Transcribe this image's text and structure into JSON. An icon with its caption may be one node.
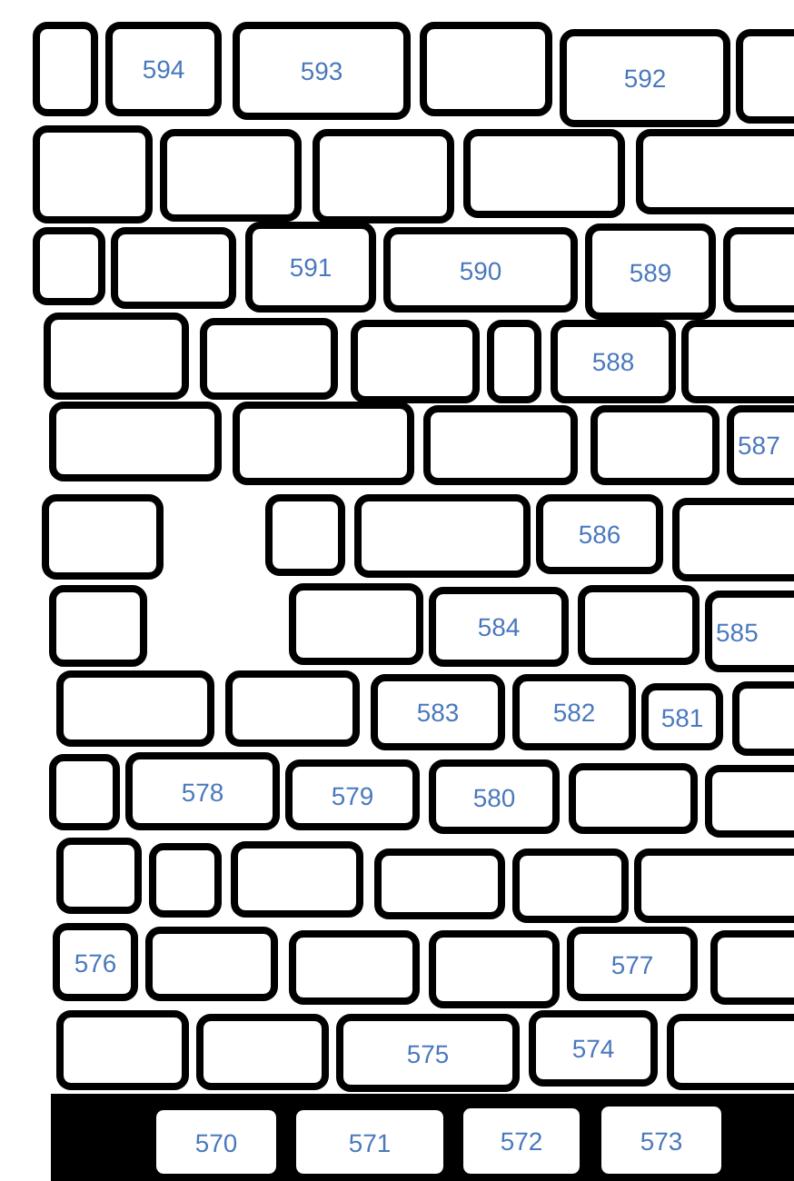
{
  "diagram": {
    "nodes": [
      {
        "text": [],
        "shape": "box"
      },
      {
        "text": [
          "594"
        ]
      },
      {
        "text": [
          "593"
        ]
      },
      {
        "text": [],
        "shape": "box"
      },
      {
        "text": [
          "592"
        ]
      },
      {
        "text": [],
        "shape": "box"
      },
      {
        "text": [],
        "shape": "box"
      },
      {
        "text": [],
        "shape": "box"
      },
      {
        "text": [],
        "shape": "box"
      },
      {
        "text": [],
        "shape": "box"
      },
      {
        "text": [],
        "shape": "box"
      },
      {
        "text": [],
        "shape": "box"
      },
      {
        "text": [],
        "shape": "box"
      },
      {
        "text": [
          "591"
        ]
      },
      {
        "text": [
          "590"
        ]
      },
      {
        "text": [
          "589"
        ]
      },
      {
        "text": [],
        "shape": "box"
      },
      {
        "text": [],
        "shape": "box"
      },
      {
        "text": [],
        "shape": "box"
      },
      {
        "text": [],
        "shape": "box"
      },
      {
        "text": [],
        "shape": "box"
      },
      {
        "text": [
          "588"
        ]
      },
      {
        "text": [],
        "shape": "box"
      },
      {
        "text": [],
        "shape": "box"
      },
      {
        "text": [],
        "shape": "box"
      },
      {
        "text": [],
        "shape": "box"
      },
      {
        "text": [],
        "shape": "box"
      },
      {
        "text": [
          "587"
        ]
      },
      {
        "text": [],
        "shape": "box"
      },
      {
        "text": [],
        "shape": "box"
      },
      {
        "text": [],
        "shape": "box"
      },
      {
        "text": [
          "586"
        ]
      },
      {
        "text": [],
        "shape": "box"
      },
      {
        "text": [],
        "shape": "box"
      },
      {
        "text": [],
        "shape": "box"
      },
      {
        "text": [
          "584"
        ]
      },
      {
        "text": [],
        "shape": "box"
      },
      {
        "text": [
          "585"
        ]
      },
      {
        "text": [],
        "shape": "box"
      },
      {
        "text": [],
        "shape": "box"
      },
      {
        "text": [
          "583"
        ]
      },
      {
        "text": [
          "582"
        ]
      },
      {
        "text": [
          "581"
        ]
      },
      {
        "text": [],
        "shape": "box"
      },
      {
        "text": [],
        "shape": "box"
      },
      {
        "text": [
          "578"
        ]
      },
      {
        "text": [
          "579"
        ]
      },
      {
        "text": [
          "580"
        ]
      },
      {
        "text": [],
        "shape": "box"
      },
      {
        "text": [],
        "shape": "box"
      },
      {
        "text": [],
        "shape": "box"
      },
      {
        "text": [],
        "shape": "box"
      },
      {
        "text": [],
        "shape": "box"
      },
      {
        "text": [],
        "shape": "box"
      },
      {
        "text": [],
        "shape": "box"
      },
      {
        "text": [],
        "shape": "box"
      },
      {
        "text": [
          "576"
        ]
      },
      {
        "text": [],
        "shape": "box"
      },
      {
        "text": [],
        "shape": "box"
      },
      {
        "text": [],
        "shape": "box"
      },
      {
        "text": [
          "577"
        ]
      },
      {
        "text": [],
        "shape": "box"
      },
      {
        "text": [],
        "shape": "box"
      },
      {
        "text": [],
        "shape": "box"
      },
      {
        "text": [
          "575"
        ]
      },
      {
        "text": [
          "574"
        ]
      },
      {
        "text": [],
        "shape": "box"
      },
      {
        "text": [
          "570"
        ]
      },
      {
        "text": [
          "571"
        ]
      },
      {
        "text": [
          "572"
        ]
      },
      {
        "text": [
          "573"
        ]
      }
    ]
  }
}
